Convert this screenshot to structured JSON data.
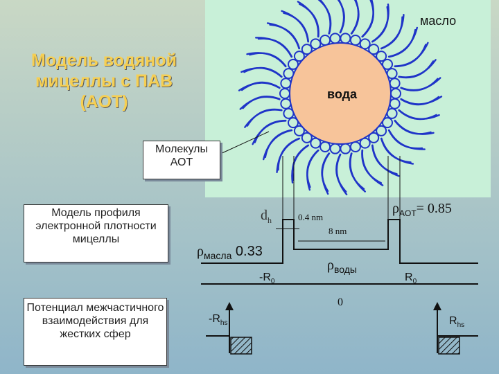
{
  "title": "Модель водяной мицеллы с ПАВ (АОТ)",
  "labels": {
    "oil": "масло",
    "water": "вода",
    "molecules_aot": "Молекулы АОТ",
    "profile_model": "Модель профиля электронной плотности мицеллы",
    "potential_model": "Потенциал межчастичного взаимодействия для жестких сфер"
  },
  "profile": {
    "dh": "d",
    "dh_sub": "h",
    "thickness": "0.4 nm",
    "diameter": "8 nm",
    "rho": "ρ",
    "rho_oil_sub": "масла",
    "rho_oil_value": "0.33",
    "rho_aot_sub": "AOT",
    "rho_aot_value": "= 0.85",
    "rho_water_sub": "воды",
    "minus_r0": "-R",
    "r0": "R",
    "r_sub": "0"
  },
  "potential": {
    "minus_rhs": "-R",
    "rhs": "R",
    "rhs_sub": "hs",
    "zero": "0"
  },
  "colors": {
    "title": "#f6cf52",
    "water": "#f7c49a",
    "surfactant": "#1f34c8",
    "oil_panel": "#c8f0d8",
    "line": "#111111"
  }
}
